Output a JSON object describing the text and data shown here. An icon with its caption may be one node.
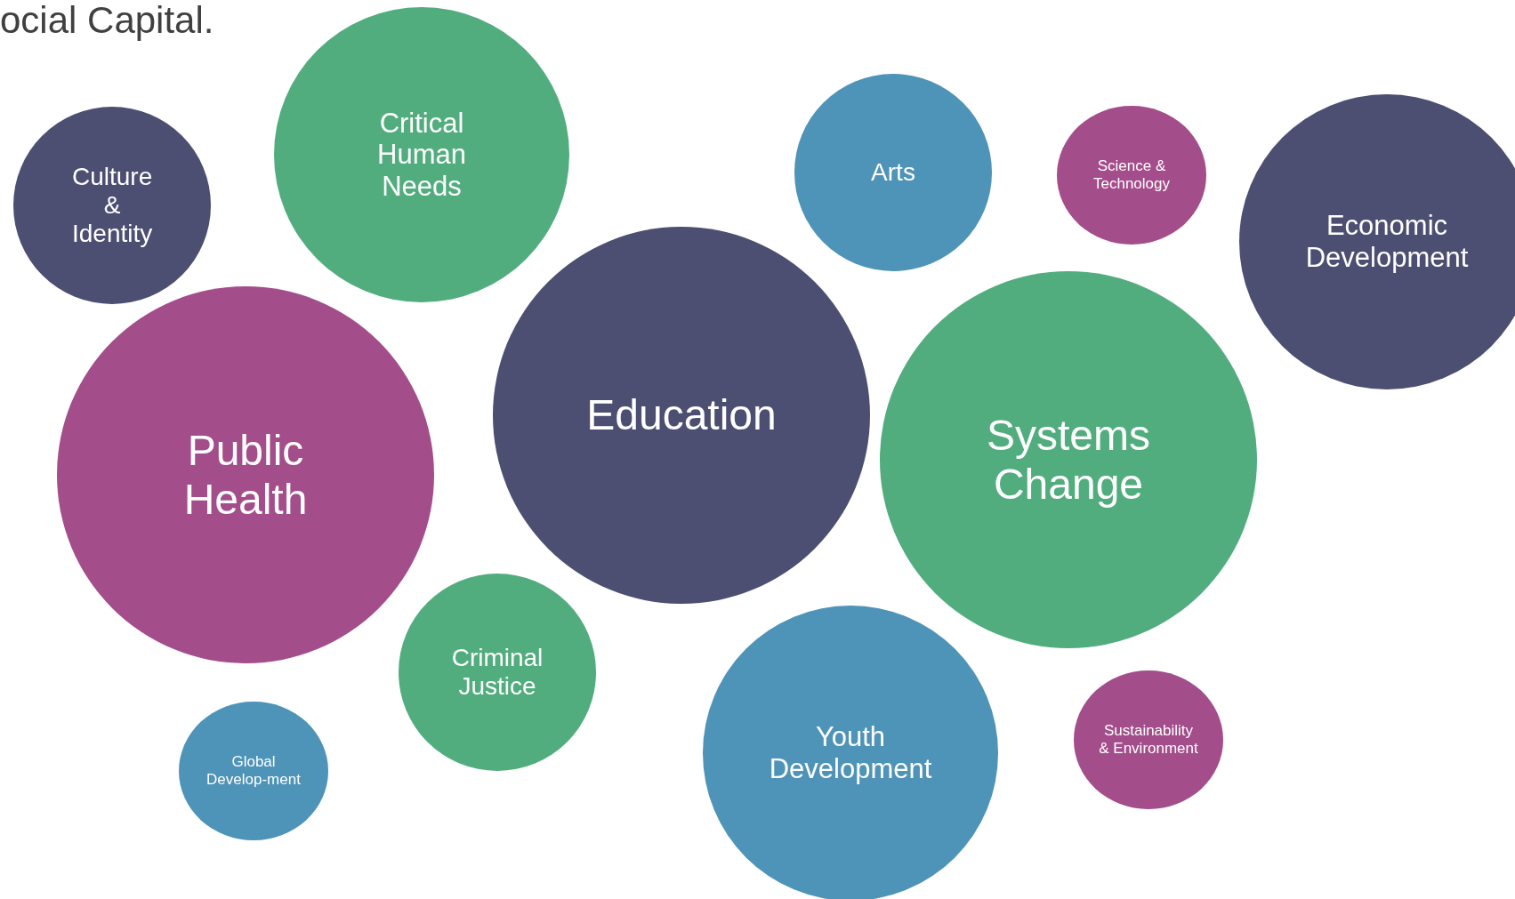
{
  "diagram": {
    "nodes": [
      {
        "text": [
          "Culture & Identity"
        ]
      },
      {
        "text": [
          "Critical Human Needs"
        ]
      },
      {
        "text": [
          "Arts"
        ]
      },
      {
        "text": [
          "Science & Technology"
        ]
      },
      {
        "text": [
          "Economic Development"
        ]
      },
      {
        "text": [
          "Public Health"
        ]
      },
      {
        "text": [
          "Education"
        ]
      },
      {
        "text": [
          "Systems Change"
        ]
      },
      {
        "text": [
          "Criminal Justice"
        ]
      },
      {
        "text": [
          "Global Develop-ment"
        ]
      },
      {
        "text": [
          "Youth Development"
        ]
      },
      {
        "text": [
          "Sustainability & Environment"
        ]
      }
    ],
    "labels": [
      "ocial Capital."
    ]
  }
}
